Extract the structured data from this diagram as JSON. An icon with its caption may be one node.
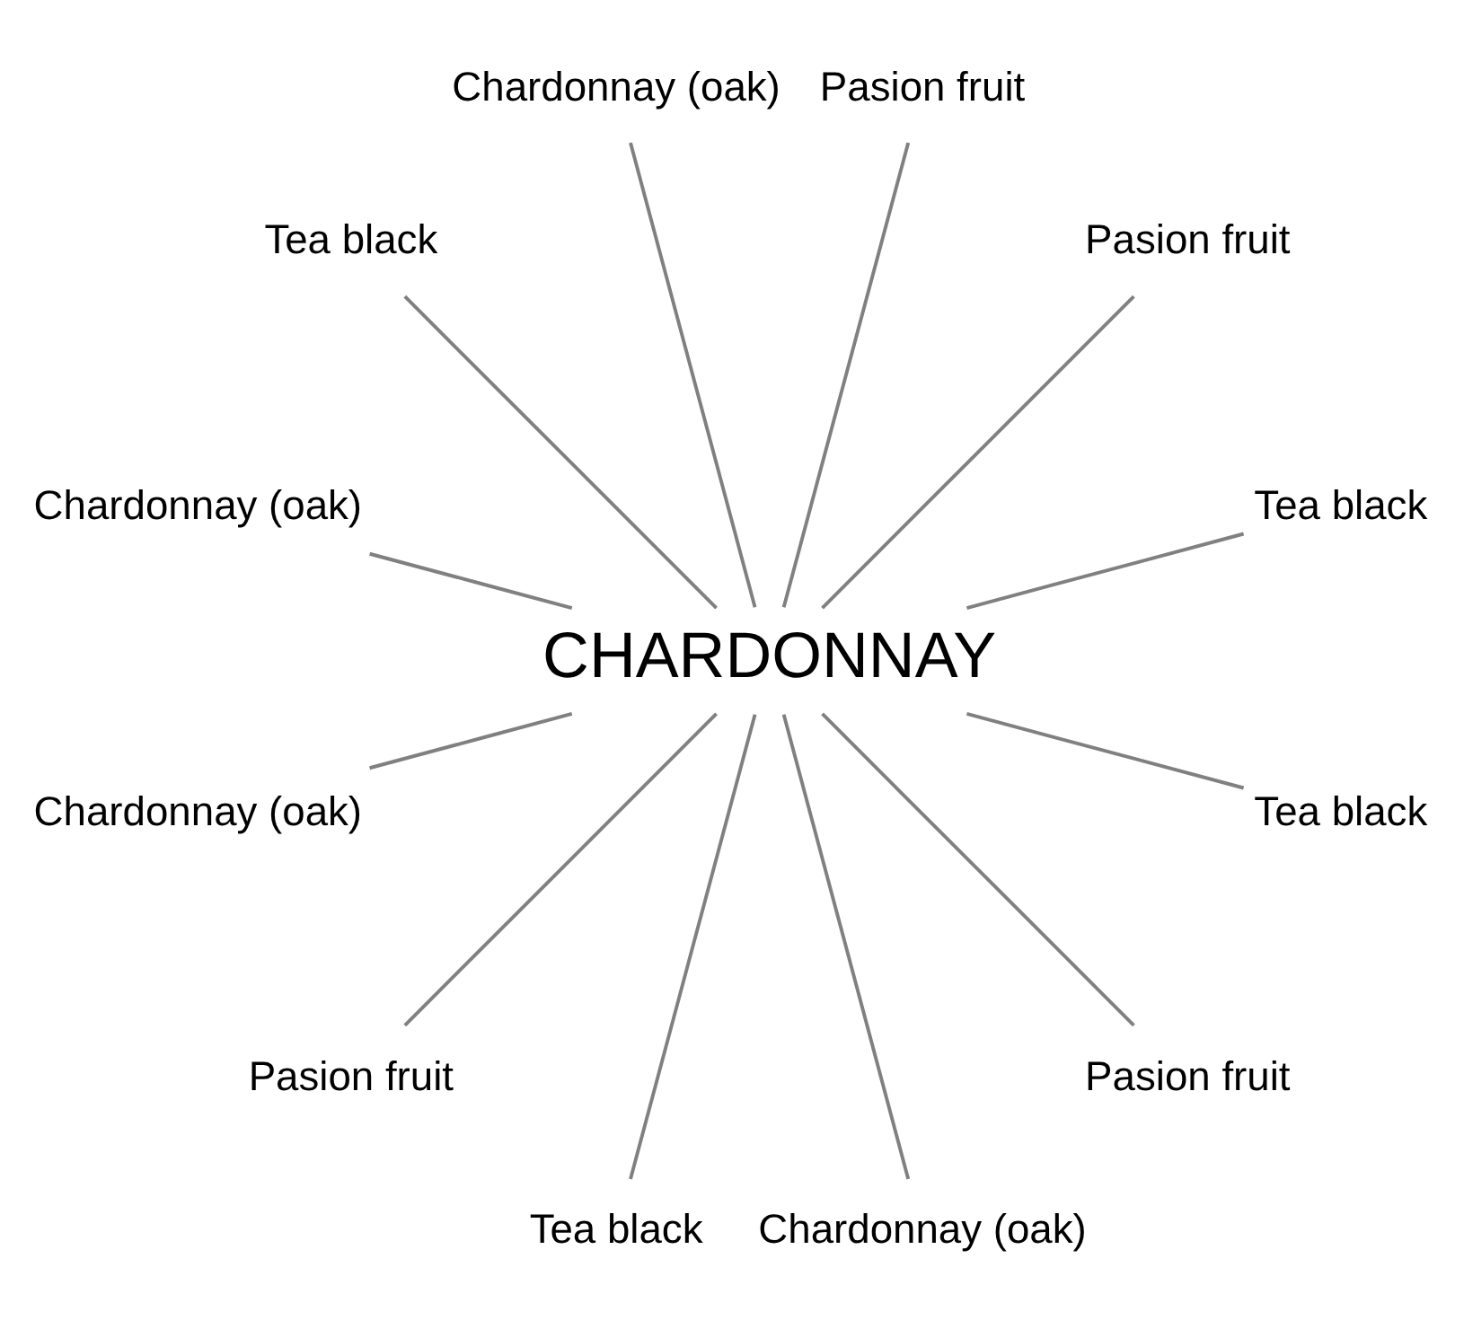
{
  "diagram": {
    "nodes": [
      {
        "text": [
          "CHARDONNAY"
        ]
      },
      {
        "text": [
          "Tea black"
        ]
      },
      {
        "text": [
          "Pasion fruit"
        ]
      },
      {
        "text": [
          "Pasion fruit"
        ]
      },
      {
        "text": [
          "Chardonnay (oak)"
        ]
      },
      {
        "text": [
          "Tea black"
        ]
      },
      {
        "text": [
          "Chardonnay (oak)"
        ]
      },
      {
        "text": [
          "Chardonnay (oak)"
        ]
      },
      {
        "text": [
          "Pasion fruit"
        ]
      },
      {
        "text": [
          "Tea black"
        ]
      },
      {
        "text": [
          "Chardonnay (oak)"
        ]
      },
      {
        "text": [
          "Pasion fruit"
        ]
      },
      {
        "text": [
          "Tea black"
        ]
      }
    ],
    "edges": [
      {
        "from": 0,
        "to": 1,
        "arrow": "none"
      },
      {
        "from": 0,
        "to": 2,
        "arrow": "none"
      },
      {
        "from": 0,
        "to": 3,
        "arrow": "none"
      },
      {
        "from": 0,
        "to": 4,
        "arrow": "none"
      },
      {
        "from": 0,
        "to": 5,
        "arrow": "none"
      },
      {
        "from": 0,
        "to": 6,
        "arrow": "none"
      },
      {
        "from": 0,
        "to": 7,
        "arrow": "none"
      },
      {
        "from": 0,
        "to": 8,
        "arrow": "none"
      },
      {
        "from": 0,
        "to": 9,
        "arrow": "none"
      },
      {
        "from": 0,
        "to": 10,
        "arrow": "none"
      },
      {
        "from": 0,
        "to": 11,
        "arrow": "none"
      },
      {
        "from": 0,
        "to": 12,
        "arrow": "none"
      }
    ]
  }
}
